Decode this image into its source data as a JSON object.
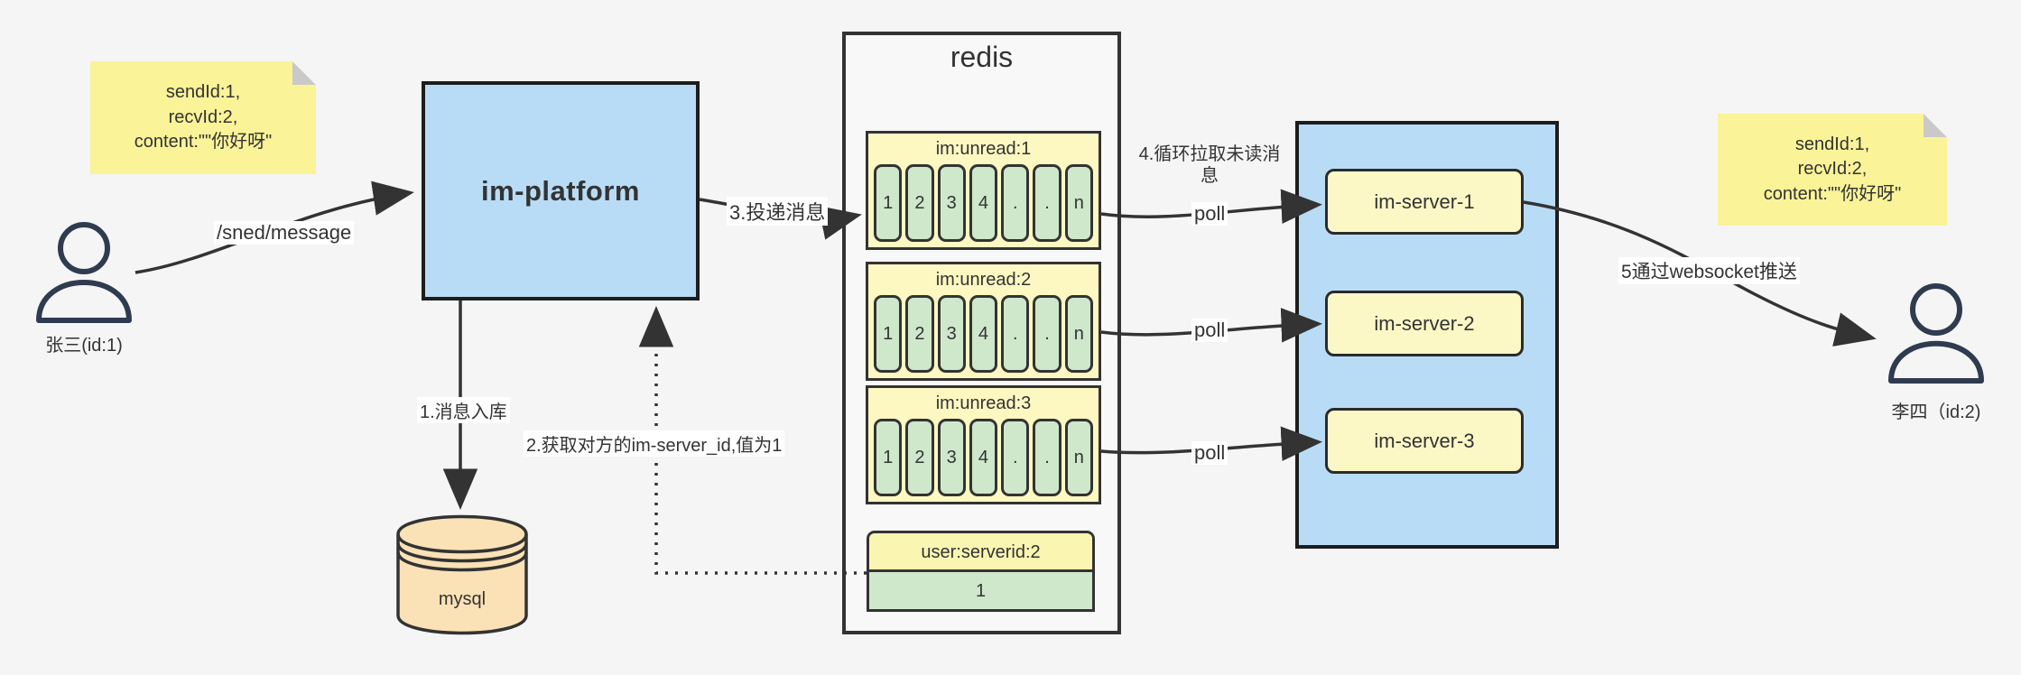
{
  "diagram_title": "im message push flow",
  "colors": {
    "canvas": "#f5f5f6",
    "note_yellow": "#faf398",
    "box_yellow": "#fcf8c6",
    "queue_yellow": "#fdf8c2",
    "cell_green": "#cfe8cc",
    "blue": "#b9dcf6",
    "mysql_orange": "#fbe2b6",
    "stroke": "#333333",
    "person_stroke": "#2f3b4f"
  },
  "notes": {
    "left": {
      "text": "sendId:1,\nrecvId:2,\ncontent:\"\"你好呀\""
    },
    "right": {
      "text": "sendId:1,\nrecvId:2,\ncontent:\"\"你好呀\""
    }
  },
  "actors": {
    "sender": {
      "label": "张三(id:1)"
    },
    "receiver": {
      "label": "李四（id:2)"
    }
  },
  "platform": {
    "label": "im-platform"
  },
  "database": {
    "label": "mysql"
  },
  "redis": {
    "title": "redis",
    "queues": [
      {
        "header": "im:unread:1",
        "cells": [
          "1",
          "2",
          "3",
          "4",
          ".",
          ".",
          "n"
        ]
      },
      {
        "header": "im:unread:2",
        "cells": [
          "1",
          "2",
          "3",
          "4",
          ".",
          ".",
          "n"
        ]
      },
      {
        "header": "im:unread:3",
        "cells": [
          "1",
          "2",
          "3",
          "4",
          ".",
          ".",
          "n"
        ]
      }
    ],
    "mapping": {
      "header": "user:serverid:2",
      "value": "1"
    }
  },
  "cluster": {
    "servers": [
      {
        "label": "im-server-1"
      },
      {
        "label": "im-server-2"
      },
      {
        "label": "im-server-3"
      }
    ]
  },
  "labels": {
    "send": "/sned/message",
    "store": "1.消息入库",
    "fetch": "2.获取对方的im-server_id,值为1",
    "deliver": "3.投递消息",
    "pull": "4.循环拉取未读消息",
    "poll": "poll",
    "push": "5通过websocket推送"
  }
}
